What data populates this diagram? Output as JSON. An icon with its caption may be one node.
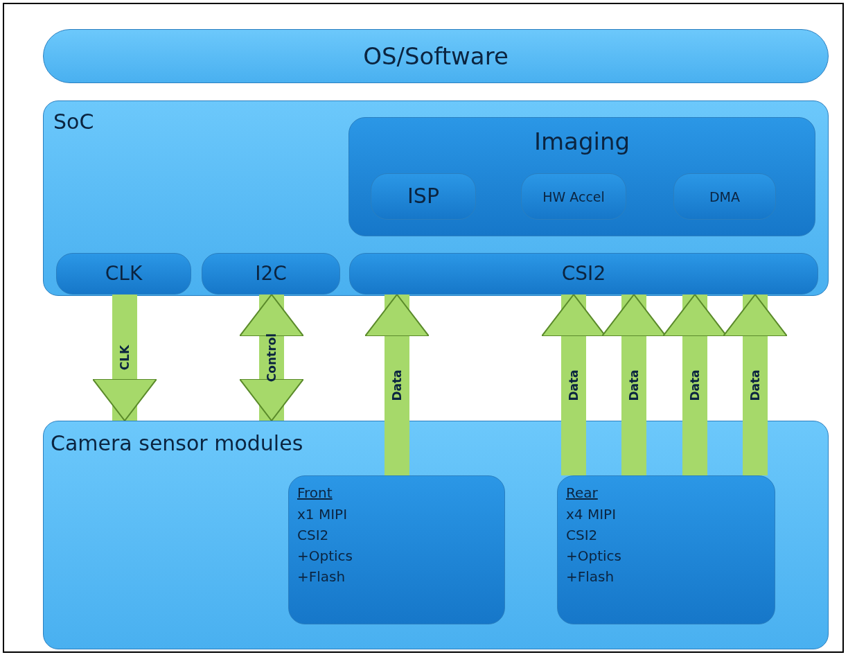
{
  "diagram": {
    "nodes": [
      {
        "text": [
          "OS/Software"
        ]
      },
      {
        "text": [
          "SoC"
        ]
      },
      {
        "text": [
          "Imaging"
        ],
        "in": 1
      },
      {
        "text": [
          "ISP"
        ],
        "in": 2
      },
      {
        "text": [
          "HW Accel"
        ],
        "in": 2
      },
      {
        "text": [
          "DMA"
        ],
        "in": 2
      },
      {
        "text": [
          "CLK"
        ],
        "in": 1
      },
      {
        "text": [
          "I2C"
        ],
        "in": 1
      },
      {
        "text": [
          "CSI2"
        ],
        "in": 1
      },
      {
        "text": [
          "Camera sensor modules"
        ]
      },
      {
        "text": [
          "Front",
          "x1 MIPI CSI2 +Optics +Flash"
        ],
        "in": 9
      },
      {
        "text": [
          "Rear",
          "x4 MIPI CSI2 +Optics +Flash"
        ],
        "in": 9
      }
    ],
    "edges": [
      {
        "from": 6,
        "to": 9,
        "arrow": "to",
        "label": "CLK"
      },
      {
        "from": 7,
        "to": 9,
        "arrow": "both",
        "label": "Control"
      },
      {
        "from": 10,
        "to": 8,
        "arrow": "to",
        "label": "Data"
      },
      {
        "from": 11,
        "to": 8,
        "arrow": "to",
        "label": "Data"
      },
      {
        "from": 11,
        "to": 8,
        "arrow": "to",
        "label": "Data"
      },
      {
        "from": 11,
        "to": 8,
        "arrow": "to",
        "label": "Data"
      },
      {
        "from": 11,
        "to": 8,
        "arrow": "to",
        "label": "Data"
      }
    ]
  }
}
